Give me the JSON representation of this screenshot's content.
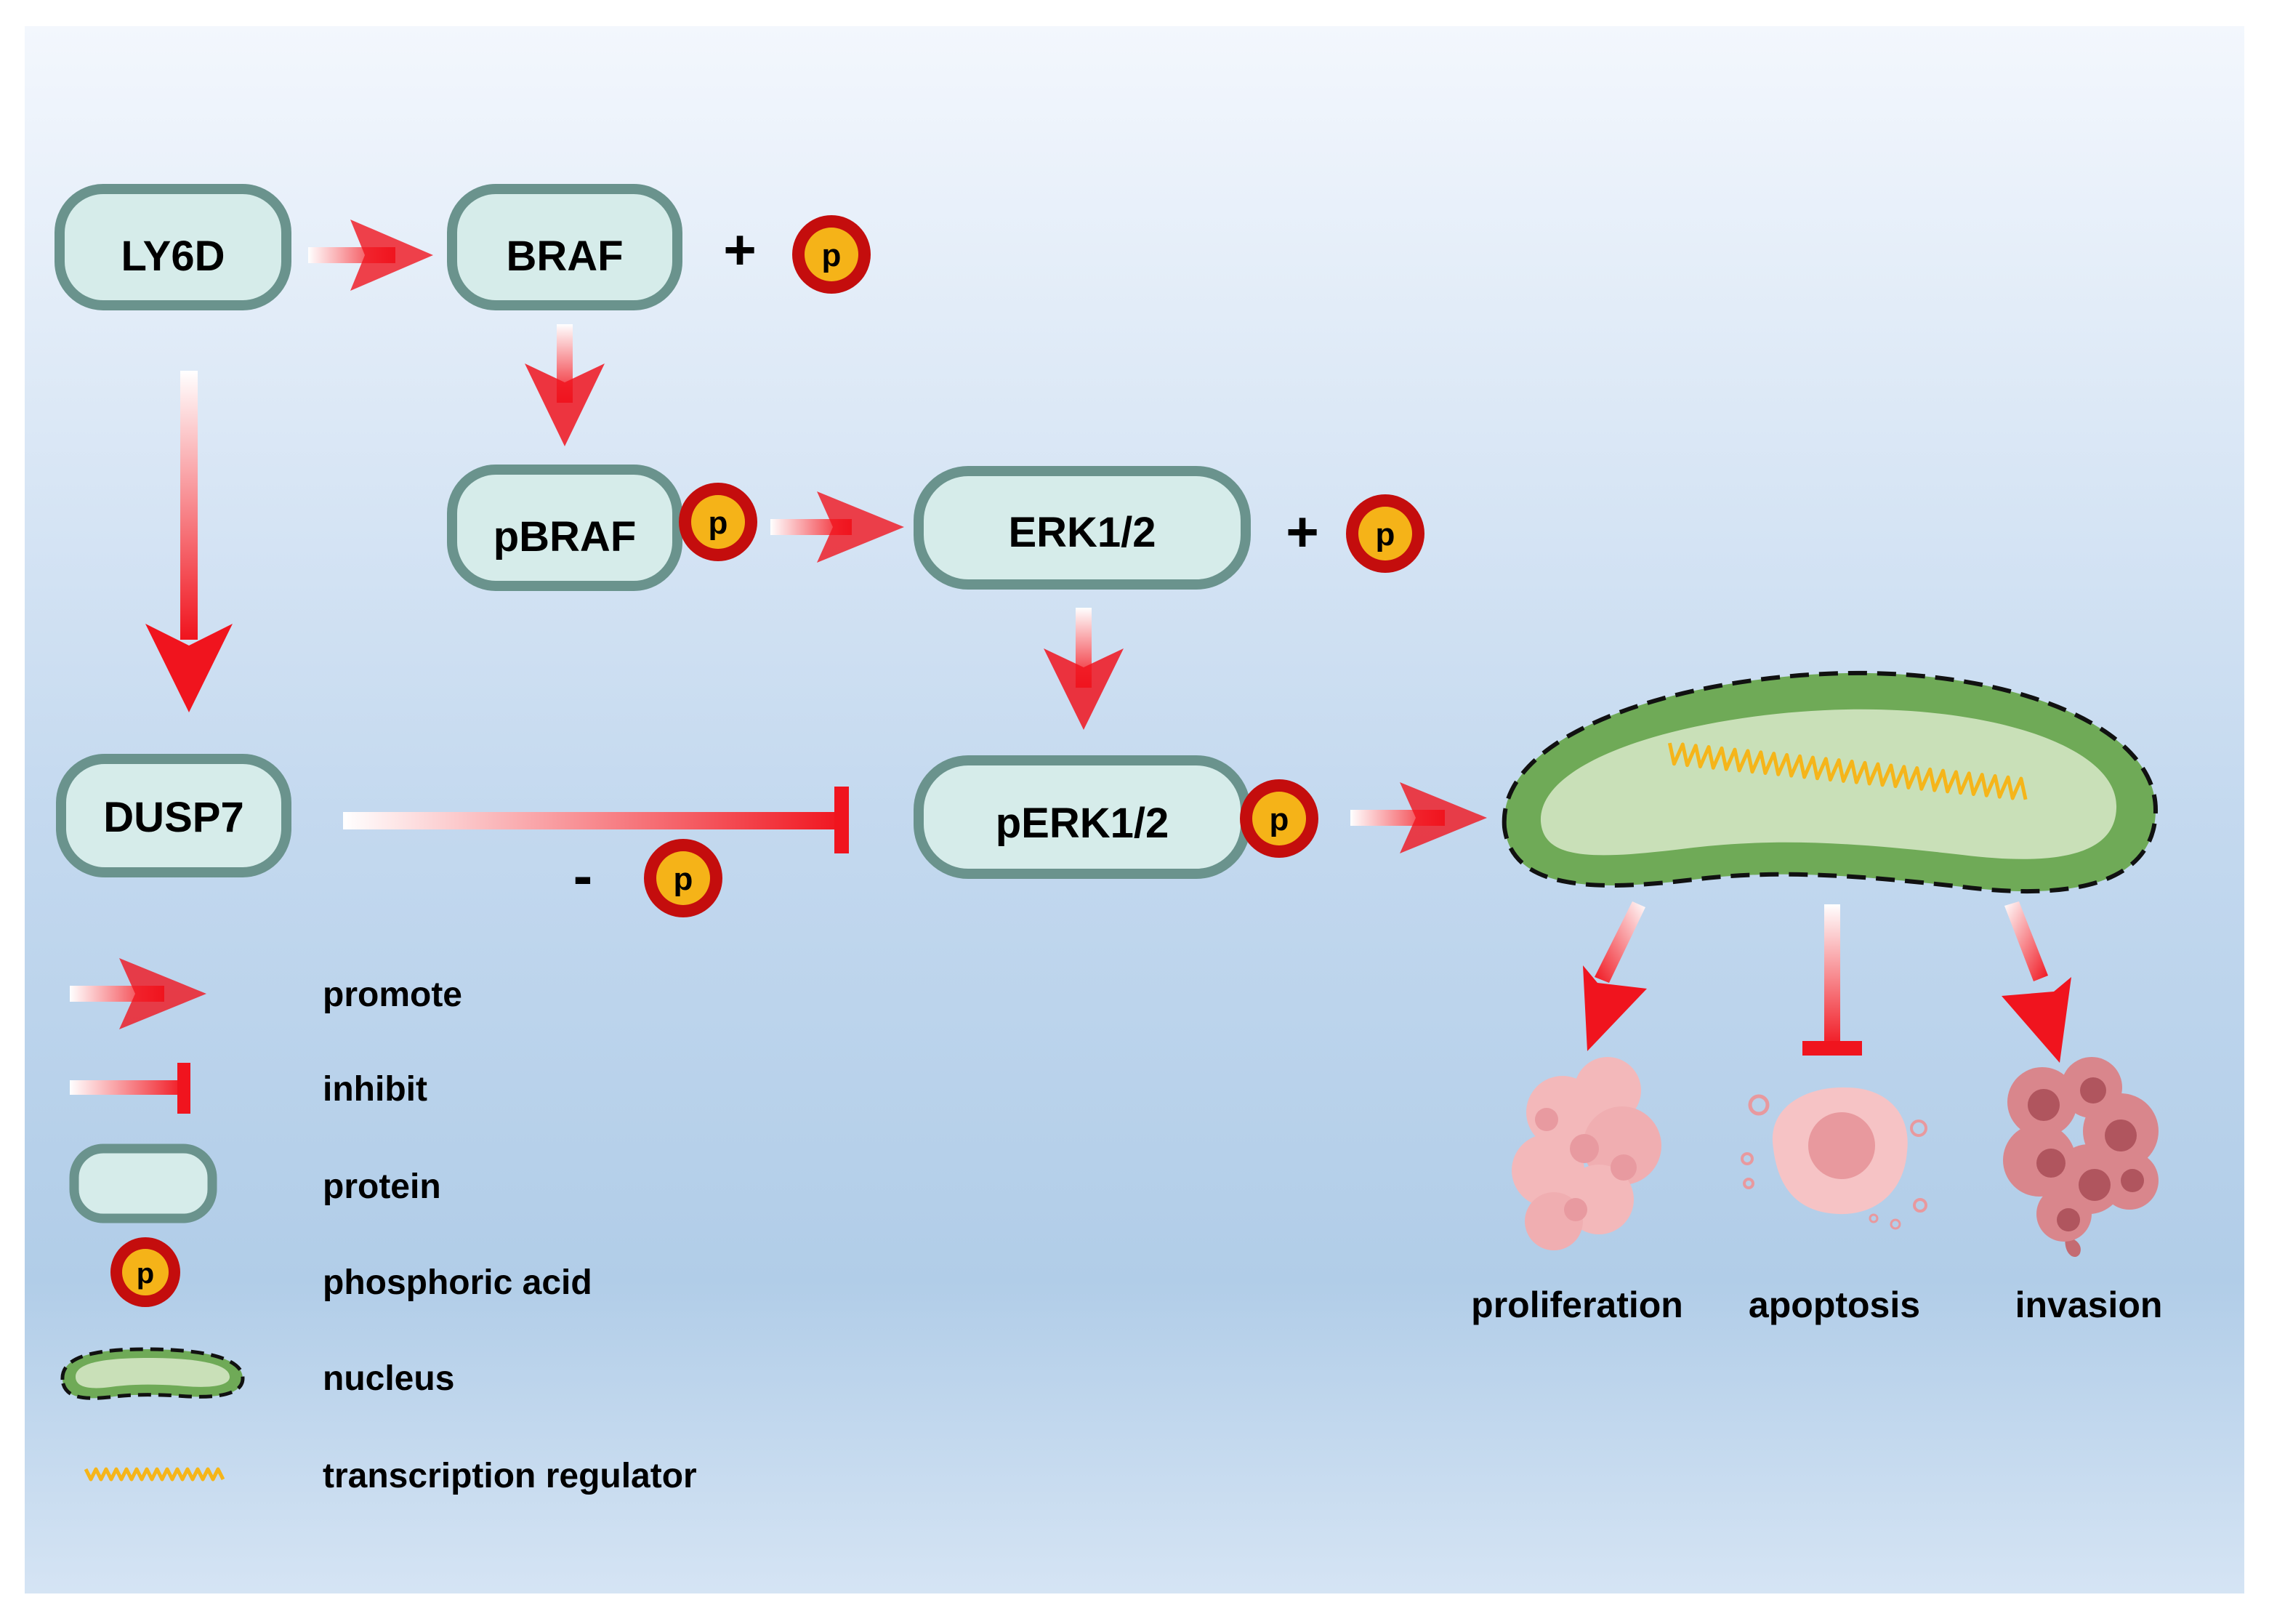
{
  "proteins": {
    "ly6d": "LY6D",
    "braf": "BRAF",
    "pbraf": "pBRAF",
    "erk": "ERK1/2",
    "perk": "pERK1/2",
    "dusp7": "DUSP7"
  },
  "phospho_symbol": "p",
  "operators": {
    "plus_braf": "+",
    "plus_erk": "+",
    "minus_dusp": "-"
  },
  "outcomes": {
    "proliferation": "proliferation",
    "apoptosis": "apoptosis",
    "invasion": "invasion"
  },
  "legend": {
    "promote": "promote",
    "inhibit": "inhibit",
    "protein": "protein",
    "phosphoric_acid": "phosphoric acid",
    "nucleus": "nucleus",
    "transcription_regulator": "transcription regulator"
  },
  "colors": {
    "arrow_red": "#f0141e",
    "protein_fill": "#d6ecea",
    "protein_stroke": "#6a938d",
    "phospho_ring": "#c40d0d",
    "phospho_core": "#f5b318",
    "nucleus_fill": "#c9e0b8",
    "nucleus_ring": "#6faa57",
    "regulator": "#f5b51a",
    "cell_pink": "#f3b8ba",
    "cell_dark": "#c46b72"
  }
}
